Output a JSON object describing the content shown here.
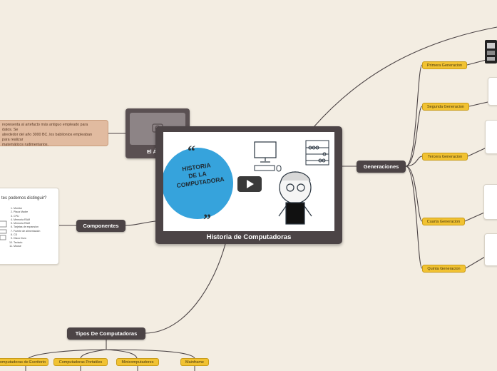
{
  "central": {
    "caption": "Historia de Computadoras",
    "video": {
      "badge_lines": [
        "HISTORIA",
        "DE LA",
        "COMPUTADORA"
      ],
      "accent": "#36a3dc"
    }
  },
  "branches": {
    "generaciones": "Generaciones",
    "componentes": "Componentes",
    "tipos": "Tipos De Computadoras",
    "abaco": "El Ábaco"
  },
  "generaciones_items": [
    "Primera Generacion",
    "Segunda Generacion",
    "Tercera Generacion",
    "Cuarta Generacion",
    "Quinta Generacion"
  ],
  "tipos_items": [
    "Computadoras de Escritorio",
    "Computadoras Portatiles",
    "Minicomputadores",
    "Mainframe"
  ],
  "note": {
    "lines": [
      "representa al artefacto más antiguo empleado para",
      "datos. Se",
      "alrededor del año 3000 BC, los babilonios empleaban",
      "para realizar",
      "matemáticos rudimentarios."
    ]
  },
  "componentes_card": {
    "question": "tes podemos distinguir?",
    "items": [
      "Monitor",
      "Placa Madre",
      "CPU",
      "Memoria RAM",
      "Memoria RAM",
      "Tarjetas de expansion",
      "Fuente de alimentación",
      "CD",
      "Disco Duro",
      "Teclado",
      "Mouse"
    ]
  },
  "colors": {
    "background": "#f3ede2",
    "node_dark": "#4c4446",
    "node_yellow": "#f1c232",
    "note_fill": "#e1bba0",
    "connector": "#4c4446"
  }
}
